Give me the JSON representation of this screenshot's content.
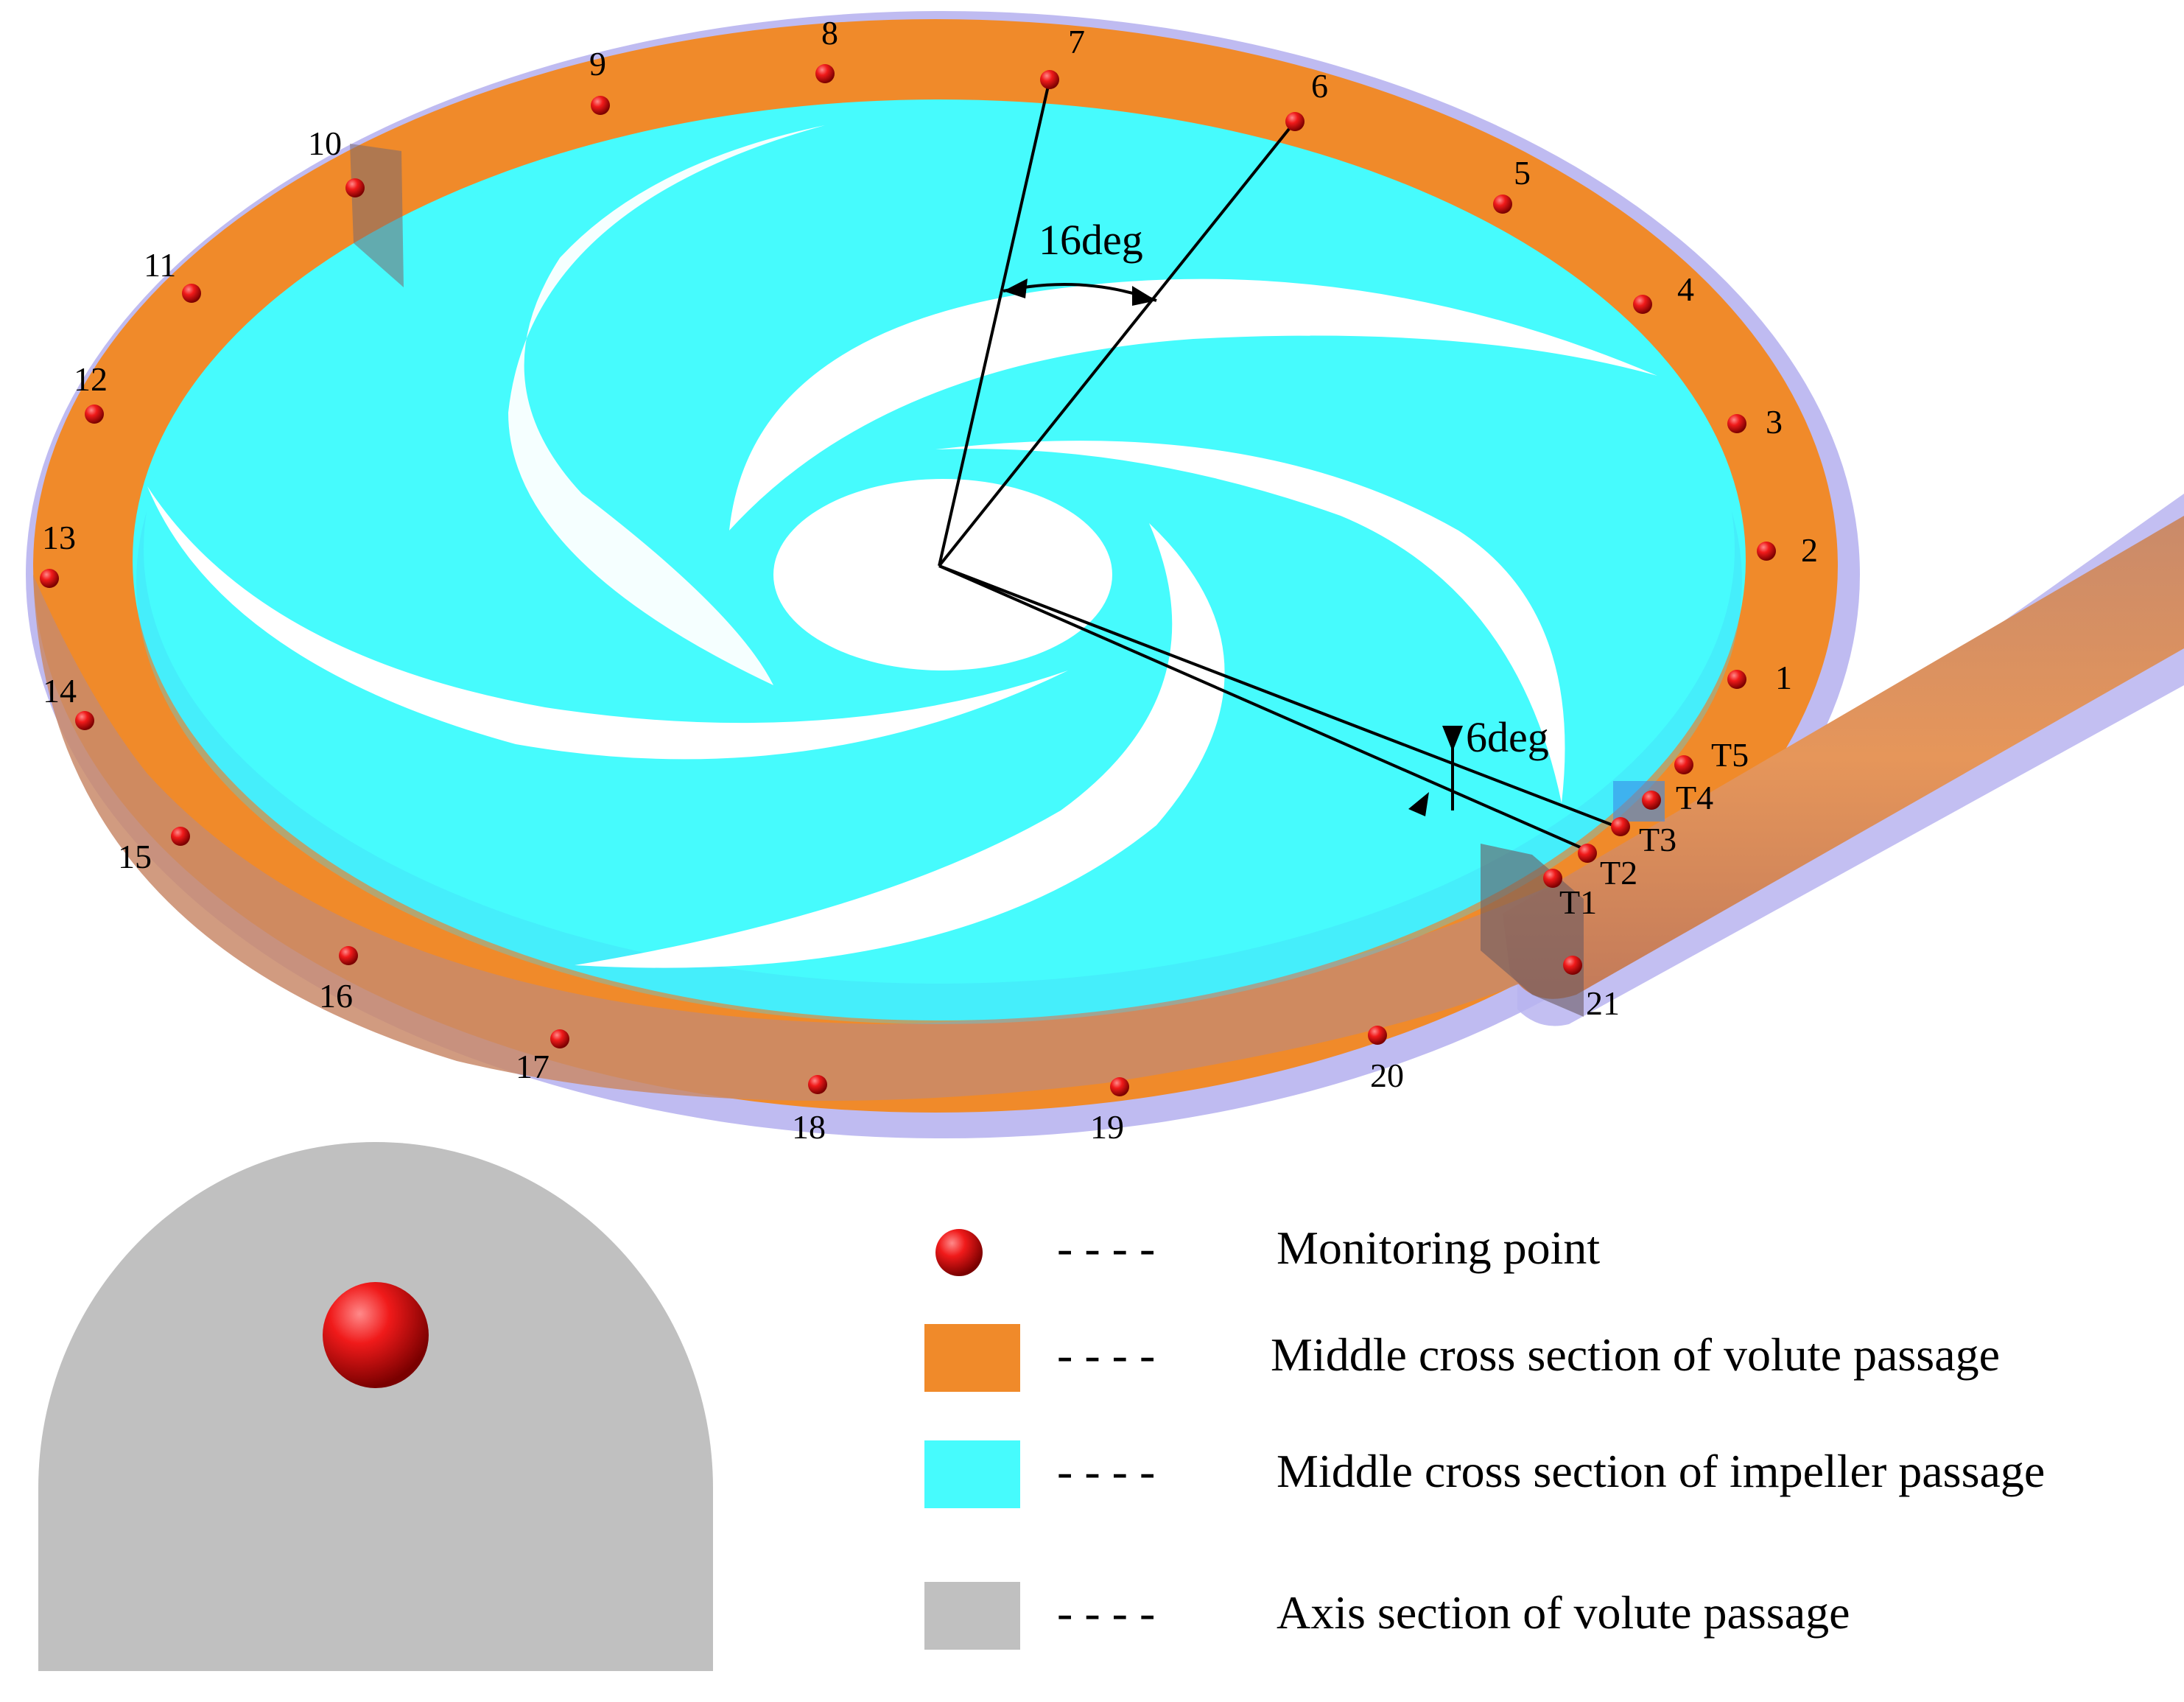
{
  "monitoring_points": {
    "volute": [
      "1",
      "2",
      "3",
      "4",
      "5",
      "6",
      "7",
      "8",
      "9",
      "10",
      "11",
      "12",
      "13",
      "14",
      "15",
      "16",
      "17",
      "18",
      "19",
      "20",
      "21"
    ],
    "tongue": [
      "T1",
      "T2",
      "T3",
      "T4",
      "T5"
    ]
  },
  "angles": {
    "large": "16deg",
    "small": "6deg"
  },
  "legend": {
    "monitoring_point": "Monitoring point",
    "volute_middle": "Middle cross section of volute passage",
    "impeller_middle": "Middle cross section of impeller passage",
    "axis_section": "Axis section of volute passage",
    "dash": "- - - -"
  },
  "colors": {
    "volute": "#f08a2a",
    "volute_outer": "#b8b4f0",
    "impeller": "#46fbfd",
    "axis_section": "#c0c0c0",
    "point": "#dd1111"
  }
}
